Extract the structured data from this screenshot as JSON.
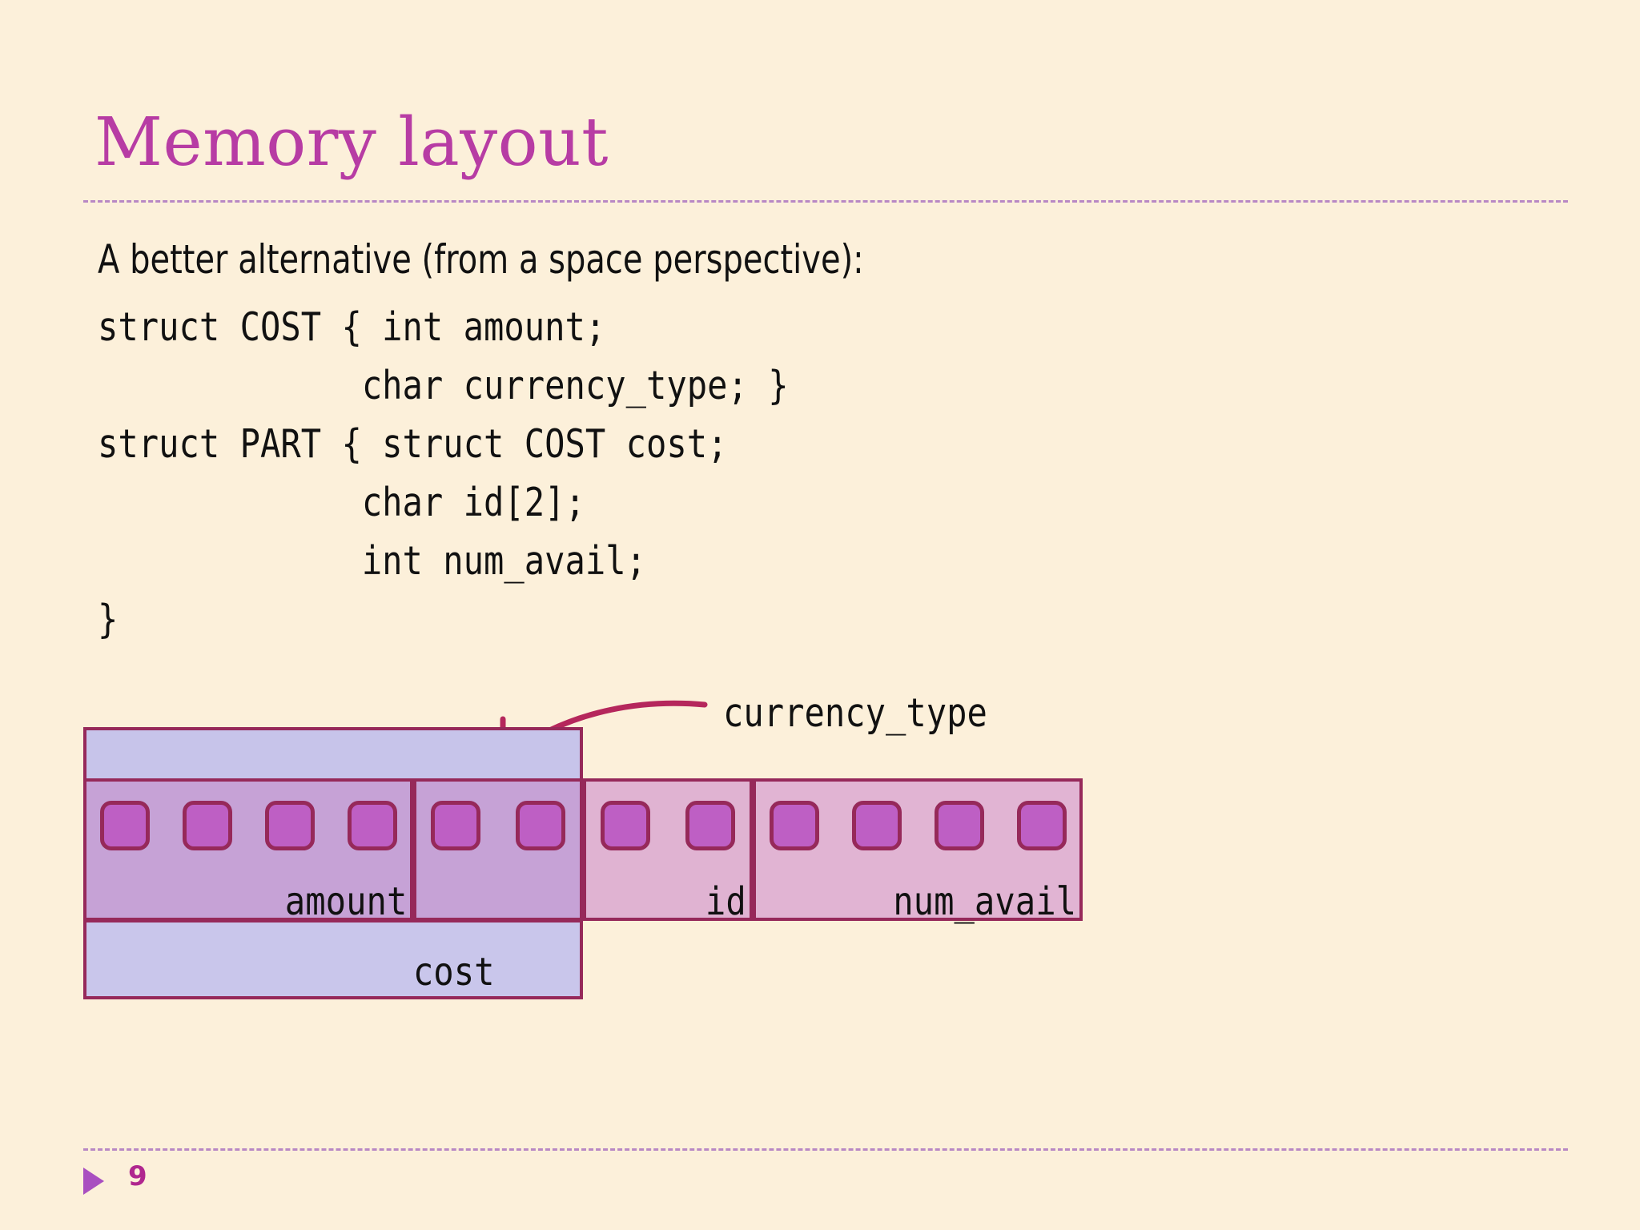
{
  "slide": {
    "title": "Memory layout",
    "page_number": "9",
    "accent_color": "#B73CA4",
    "background_color": "#FCF0DA",
    "divider_color": "#B888C4",
    "diagram_border_color": "#96295A"
  },
  "body": {
    "lead": "A better alternative (from a space perspective):",
    "code_lines": [
      "struct COST { int amount;",
      "             char currency_type; }",
      "struct PART { struct COST cost;",
      "             char id[2];",
      "             int num_avail;",
      "}"
    ]
  },
  "diagram": {
    "annotation": "currency_type",
    "bands": {
      "cost_label": "cost"
    },
    "fields": [
      {
        "name": "amount",
        "label": "amount",
        "bytes": 4,
        "fill": "#C6A2D6"
      },
      {
        "name": "currency",
        "label": "",
        "bytes": 2,
        "fill": "#C6A2D6"
      },
      {
        "name": "id",
        "label": "id",
        "bytes": 2,
        "fill": "#E0B3D2"
      },
      {
        "name": "num_avail",
        "label": "num_avail",
        "bytes": 4,
        "fill": "#E1B4D3"
      }
    ],
    "cell_fill": "#BE5FC4",
    "band_fill": "#C7C4EA"
  }
}
